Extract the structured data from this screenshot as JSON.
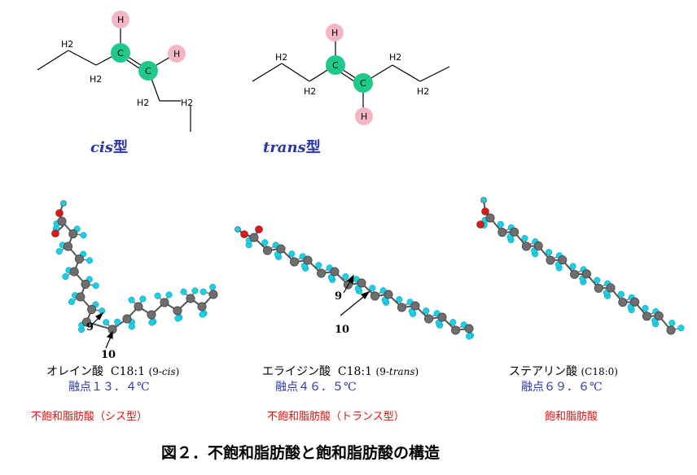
{
  "top_diagram": {
    "cis_label": "cis",
    "trans_label": "trans",
    "type_suffix": "型",
    "atom_H2": "H2",
    "atom_H": "H",
    "atom_C": "C"
  },
  "molecules": {
    "oleic": {
      "name": "オレイン酸",
      "formula": "C18:1",
      "isomer_prefix": "(9-",
      "isomer_italic": "cis",
      "isomer_suffix": ")",
      "melting_point": "融点１３．４℃",
      "classification": "不飽和脂肪酸（シス型）",
      "marker_9": "9",
      "marker_10": "10"
    },
    "elaidic": {
      "name": "エライジン酸",
      "formula": "C18:1",
      "isomer_prefix": "(9-",
      "isomer_italic": "trans",
      "isomer_suffix": ")",
      "melting_point": "融点４６．５℃",
      "classification": "不飽和脂肪酸（トランス型）",
      "marker_9": "9",
      "marker_10": "10"
    },
    "stearic": {
      "name": "ステアリン酸",
      "formula": "(C18:0)",
      "melting_point": "融点６９．６℃",
      "classification": "飽和脂肪酸"
    }
  },
  "caption": "図２．不飽和脂肪酸と飽和脂肪酸の構造",
  "colors": {
    "highlight_carbon": "#1fc98a",
    "highlight_hydrogen": "#f4b6c4",
    "carbon_ball": "#6e6e6e",
    "hydrogen_ball": "#19d0e6",
    "oxygen_ball": "#e01818",
    "label_blue": "#2a35a8",
    "label_red": "#e01010"
  }
}
